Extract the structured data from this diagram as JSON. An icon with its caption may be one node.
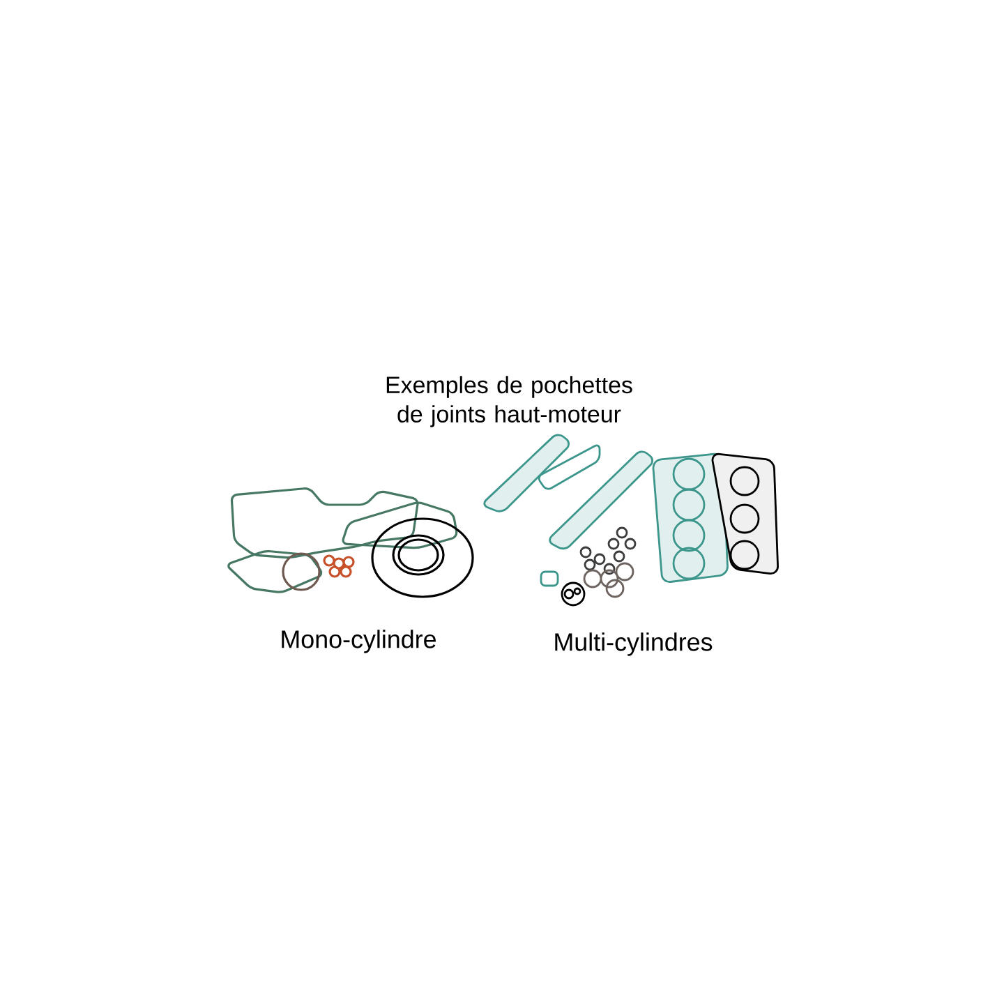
{
  "diagram": {
    "title": "Exemples de pochettes de joints haut-moteur",
    "labels": [
      "Mono-cylindre",
      "Multi-cylindres"
    ]
  }
}
